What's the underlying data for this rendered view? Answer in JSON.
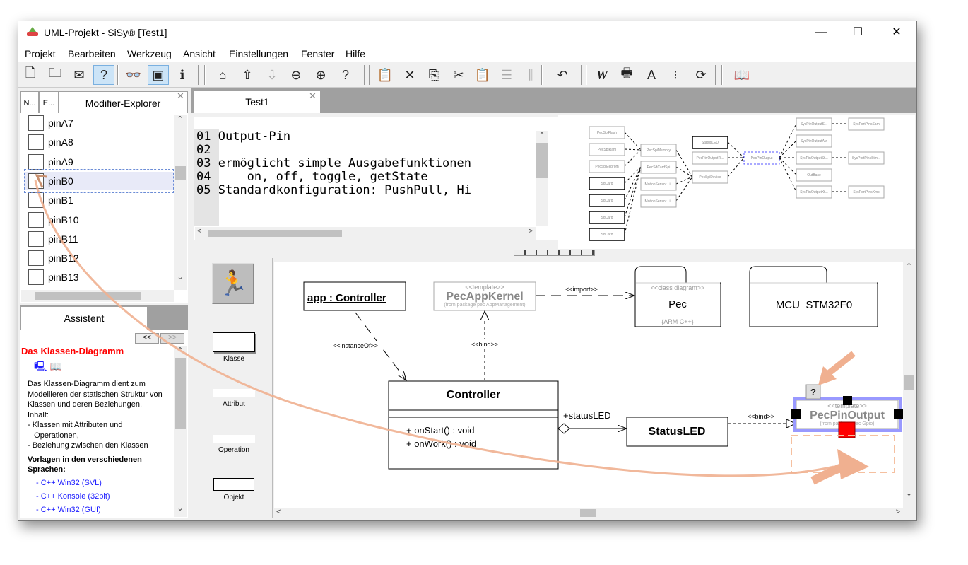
{
  "window": {
    "title": "UML-Projekt - SiSy® [Test1]",
    "minimize": "—",
    "maximize": "☐",
    "close": "✕"
  },
  "menu": [
    "Projekt",
    "Bearbeiten",
    "Werkzeug",
    "Ansicht",
    "Einstellungen",
    "Fenster",
    "Hilfe"
  ],
  "toolbar": [
    {
      "name": "new-icon",
      "glyph": "🗋"
    },
    {
      "name": "open-icon",
      "glyph": "🗀"
    },
    {
      "name": "mail-icon",
      "glyph": "✉"
    },
    {
      "name": "help-icon",
      "glyph": "?",
      "active": true
    },
    {
      "name": "find-icon",
      "glyph": "👓"
    },
    {
      "name": "window-icon",
      "glyph": "▣",
      "active": true
    },
    {
      "name": "info-icon",
      "glyph": "ℹ"
    },
    {
      "name": "home-icon",
      "glyph": "⌂"
    },
    {
      "name": "up-icon",
      "glyph": "⇧"
    },
    {
      "name": "down-icon",
      "glyph": "⇩",
      "disabled": true
    },
    {
      "name": "zoom-out-icon",
      "glyph": "⊖"
    },
    {
      "name": "zoom-in-icon",
      "glyph": "⊕"
    },
    {
      "name": "context-help-icon",
      "glyph": "?"
    },
    {
      "name": "properties-icon",
      "glyph": "📋"
    },
    {
      "name": "delete-icon",
      "glyph": "✕"
    },
    {
      "name": "copy-icon",
      "glyph": "⎘"
    },
    {
      "name": "cut-icon",
      "glyph": "✂"
    },
    {
      "name": "paste-icon",
      "glyph": "📋",
      "disabled": true
    },
    {
      "name": "align-icon",
      "glyph": "☰",
      "disabled": true
    },
    {
      "name": "distribute-icon",
      "glyph": "⫼",
      "disabled": true
    },
    {
      "name": "undo-icon",
      "glyph": "↶"
    },
    {
      "name": "word-icon",
      "glyph": "W"
    },
    {
      "name": "print-icon",
      "glyph": "🖶"
    },
    {
      "name": "font-icon",
      "glyph": "A"
    },
    {
      "name": "list-icon",
      "glyph": "⁝"
    },
    {
      "name": "refresh-icon",
      "glyph": "⟳"
    },
    {
      "name": "book-icon",
      "glyph": "📖"
    }
  ],
  "explorer": {
    "tab_n": "N...",
    "tab_e": "E...",
    "tab_label": "Modifier-Explorer",
    "items": [
      "pinA7",
      "pinA8",
      "pinA9",
      "pinB0",
      "pinB1",
      "pinB10",
      "pinB11",
      "pinB12",
      "pinB13"
    ],
    "selected": 3
  },
  "assistant": {
    "tab_label": "Assistent",
    "prev": "<<",
    "next": ">>",
    "heading": "Das Klassen-Diagramm",
    "body": [
      "Das Klassen-Diagramm dient zum",
      "Modellieren der statischen Struktur von",
      "Klassen und deren Beziehungen.",
      "Inhalt:",
      "- Klassen mit Attributen und",
      "   Operationen,",
      "- Beziehung zwischen den Klassen"
    ],
    "templates_heading": [
      "Vorlagen in den verschiedenen",
      "Sprachen:"
    ],
    "links": [
      "- C++ Win32 (SVL)",
      "- C++ Konsole (32bit)",
      "- C++ Win32 (GUI)"
    ]
  },
  "editor": {
    "tab_label": "Test1",
    "lines": [
      {
        "n": "01",
        "t": "Output-Pin"
      },
      {
        "n": "02",
        "t": ""
      },
      {
        "n": "03",
        "t": "ermöglicht simple Ausgabefunktionen"
      },
      {
        "n": "04",
        "t": "    on, off, toggle, getState"
      },
      {
        "n": "05",
        "t": "Standardkonfiguration: PushPull, Hi"
      }
    ]
  },
  "overview": {
    "nodes": [
      "PecSpiFlash",
      "PecSpiRam",
      "PecSpiEeprom",
      "SdCard",
      "SdCard",
      "SdCard",
      "SdCard",
      "PecSpiMemory",
      "PecSdCardSpi",
      "MotionSensor Li..",
      "MotionSensor Li..",
      "PecSpiDevice",
      "StatusLED",
      "PecPinOutputTi...",
      "PecPinOutput",
      "SysPinOutputS...",
      "SysPinOutputAvr",
      "SysPinOutputSt...",
      "OutBase",
      "SysPinOutputXt...",
      "SysPortPinsSam",
      "SysPortPinsStm...",
      "SysPortPinsXmc"
    ]
  },
  "palette": {
    "items": [
      "Klasse",
      "Attribut",
      "Operation",
      "Objekt"
    ]
  },
  "diagram": {
    "app_object": "app : Controller",
    "kernel": {
      "stereotype": "<<template>>",
      "name": "PecAppKernel",
      "from": "(from package pec  AppManagement)"
    },
    "import_label": "<<import>>",
    "instance_label": "<<instanceOf>>",
    "bind_label1": "<<bind>>",
    "bind_label2": "<<bind>>",
    "pec_pkg": {
      "stereotype": "<<class diagram>>",
      "name": "Pec",
      "note": "{ARM C++}"
    },
    "mcu_pkg": {
      "name": "MCU_STM32F0"
    },
    "controller": {
      "name": "Controller",
      "ops": [
        "+ onStart() : void",
        "+ onWork() : void"
      ]
    },
    "assoc_label": "+statusLED",
    "statusled": "StatusLED",
    "pinoutput": {
      "stereotype": "<<template>>",
      "name": "PecPinOutput",
      "from": "(from package pec  Gpio)"
    },
    "help_badge": "?"
  },
  "colors": {
    "annotation": "#f0a878",
    "selection": "#9999ff",
    "heading": "#ff0000",
    "link": "#1a1aff"
  }
}
